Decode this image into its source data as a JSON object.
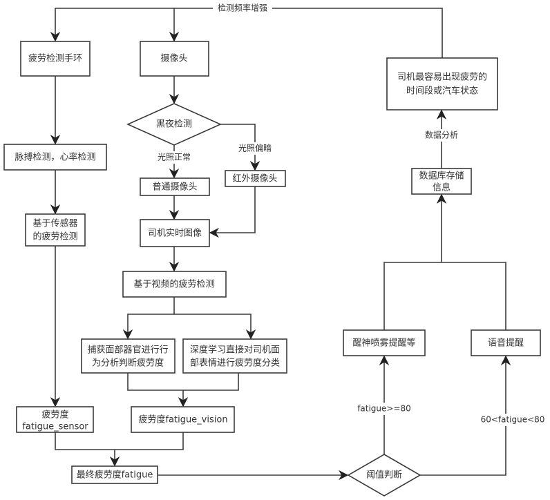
{
  "diagram": {
    "title": "",
    "nodes": {
      "wristband": {
        "lines": [
          "疲劳检测手环"
        ]
      },
      "camera": {
        "lines": [
          "摄像头"
        ]
      },
      "night_check": {
        "lines": [
          "黑夜检测"
        ]
      },
      "normal_camera": {
        "lines": [
          "普通摄像头"
        ]
      },
      "ir_camera": {
        "lines": [
          "红外摄像头"
        ]
      },
      "pulse": {
        "lines": [
          "脉搏检测，心率检测"
        ]
      },
      "sensor_detect": {
        "lines": [
          "基于传感器",
          "的疲劳检测"
        ]
      },
      "driver_image": {
        "lines": [
          "司机实时图像"
        ]
      },
      "video_detect": {
        "lines": [
          "基于视频的疲劳检测"
        ]
      },
      "facial_organs": {
        "lines": [
          "捕获面部器官进行行",
          "为分析判断疲劳度"
        ]
      },
      "deep_learning": {
        "lines": [
          "深度学习直接对司机面",
          "部表情进行疲劳度分类"
        ]
      },
      "fatigue_sensor": {
        "lines": [
          "疲劳度",
          "fatigue_sensor"
        ]
      },
      "fatigue_vision": {
        "lines": [
          "疲劳度fatigue_vision"
        ]
      },
      "final_fatigue": {
        "lines": [
          "最终疲劳度fatigue"
        ]
      },
      "threshold": {
        "lines": [
          "阈值判断"
        ]
      },
      "spray_alert": {
        "lines": [
          "醒神喷雾提醒等"
        ]
      },
      "voice_alert": {
        "lines": [
          "语音提醒"
        ]
      },
      "database": {
        "lines": [
          "数据库存储",
          "信息"
        ]
      },
      "fatigue_period": {
        "lines": [
          "司机最容易出现疲劳的",
          "时间段或汽车状态"
        ]
      }
    },
    "edge_labels": {
      "frequency_increase": "检测频率增强",
      "light_normal": "光照正常",
      "light_dark": "光照偏暗",
      "data_analysis": "数据分析",
      "fatigue_high": "fatigue>=80",
      "fatigue_mid": "60<fatigue<80"
    }
  }
}
